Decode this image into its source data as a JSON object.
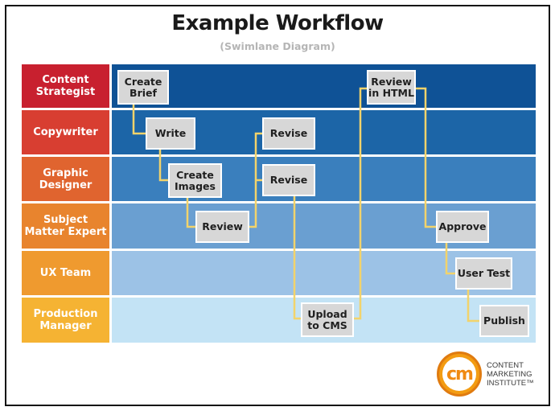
{
  "header": {
    "title": "Example Workflow",
    "subtitle": "(Swimlane Diagram)"
  },
  "colors": {
    "connector": "#f2d36b",
    "box": "#d7d7d7",
    "box_border": "#ffffff"
  },
  "lanes": [
    {
      "label": "Content\nStrategist",
      "label_color": "#c8202f",
      "band_color": "#0f5296"
    },
    {
      "label": "Copywriter",
      "label_color": "#d83e31",
      "band_color": "#1c65a7"
    },
    {
      "label": "Graphic\nDesigner",
      "label_color": "#e0642f",
      "band_color": "#3a7fbd"
    },
    {
      "label": "Subject\nMatter Expert",
      "label_color": "#e8842e",
      "band_color": "#6a9fd1"
    },
    {
      "label": "UX Team",
      "label_color": "#ef9a2f",
      "band_color": "#9cc2e6"
    },
    {
      "label": "Production\nManager",
      "label_color": "#f5b333",
      "band_color": "#c3e3f5"
    }
  ],
  "steps": [
    {
      "id": "create-brief",
      "label": "Create\nBrief",
      "lane": 0
    },
    {
      "id": "write",
      "label": "Write",
      "lane": 1
    },
    {
      "id": "create-images",
      "label": "Create\nImages",
      "lane": 2
    },
    {
      "id": "review",
      "label": "Review",
      "lane": 3
    },
    {
      "id": "revise-copy",
      "label": "Revise",
      "lane": 1
    },
    {
      "id": "revise-design",
      "label": "Revise",
      "lane": 2
    },
    {
      "id": "upload-to-cms",
      "label": "Upload\nto CMS",
      "lane": 5
    },
    {
      "id": "review-in-html",
      "label": "Review\nin HTML",
      "lane": 0
    },
    {
      "id": "approve",
      "label": "Approve",
      "lane": 3
    },
    {
      "id": "user-test",
      "label": "User Test",
      "lane": 4
    },
    {
      "id": "publish",
      "label": "Publish",
      "lane": 5
    }
  ],
  "flows": [
    [
      "create-brief",
      "write"
    ],
    [
      "write",
      "create-images"
    ],
    [
      "create-images",
      "review"
    ],
    [
      "review",
      "revise-copy"
    ],
    [
      "review",
      "revise-design"
    ],
    [
      "revise-design",
      "upload-to-cms"
    ],
    [
      "upload-to-cms",
      "review-in-html"
    ],
    [
      "review-in-html",
      "approve"
    ],
    [
      "approve",
      "user-test"
    ],
    [
      "user-test",
      "publish"
    ]
  ],
  "logo": {
    "mark": "cm",
    "text": "CONTENT\nMARKETING\nINSTITUTE™"
  }
}
